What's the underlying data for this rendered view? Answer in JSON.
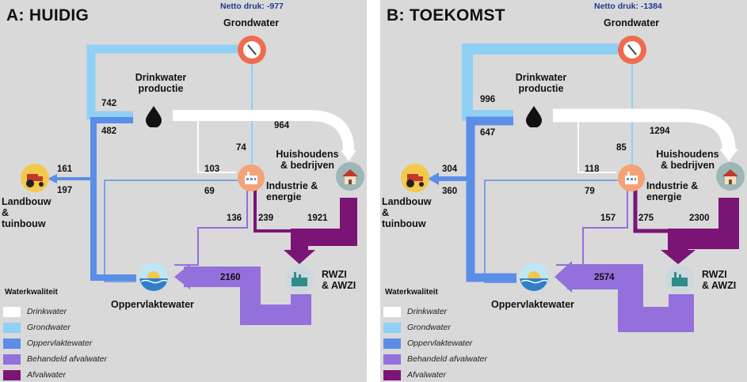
{
  "panels": [
    {
      "title": "A: HUIDIG",
      "netto": "Netto druk: -977",
      "nodes": {
        "grondwater": "Grondwater",
        "drinkwater": "Drinkwater productie",
        "huishoudens": "Huishoudens & bedrijven",
        "industrie": "Industrie & energie",
        "landbouw": "Landbouw & tuinbouw",
        "oppervlakte": "Oppervlaktewater",
        "rwzi": "RWZI & AWZI"
      },
      "flows": {
        "gw_drink": "742",
        "opp_drink": "482",
        "drink_huis": "964",
        "gw_ind": "74",
        "drink_ind": "103",
        "opp_ind": "69",
        "land_in": "161",
        "land_out": "197",
        "ind_opp": "136",
        "ind_rwzi": "239",
        "huis_rwzi": "1921",
        "rwzi_opp": "2160"
      }
    },
    {
      "title": "B: TOEKOMST",
      "netto": "Netto druk: -1384",
      "nodes": {
        "grondwater": "Grondwater",
        "drinkwater": "Drinkwater productie",
        "huishoudens": "Huishoudens & bedrijven",
        "industrie": "Industrie & energie",
        "landbouw": "Landbouw & tuinbouw",
        "oppervlakte": "Oppervlaktewater",
        "rwzi": "RWZI & AWZI"
      },
      "flows": {
        "gw_drink": "996",
        "opp_drink": "647",
        "drink_huis": "1294",
        "gw_ind": "85",
        "drink_ind": "118",
        "opp_ind": "79",
        "land_in": "304",
        "land_out": "360",
        "ind_opp": "157",
        "ind_rwzi": "275",
        "huis_rwzi": "2300",
        "rwzi_opp": "2574"
      }
    }
  ],
  "legend": {
    "title": "Waterkwaliteit",
    "items": [
      {
        "label": "Drinkwater",
        "color": "#ffffff"
      },
      {
        "label": "Grondwater",
        "color": "#8fd0f4"
      },
      {
        "label": "Oppervlaktewater",
        "color": "#5b8ee6"
      },
      {
        "label": "Behandeld afvalwater",
        "color": "#9370db"
      },
      {
        "label": "Afvalwater",
        "color": "#7a1575"
      }
    ]
  },
  "colors": {
    "drinkwater": "#ffffff",
    "grondwater": "#8fd0f4",
    "oppervlaktewater": "#5b8ee6",
    "behandeld": "#9370db",
    "afvalwater": "#7a1575"
  }
}
